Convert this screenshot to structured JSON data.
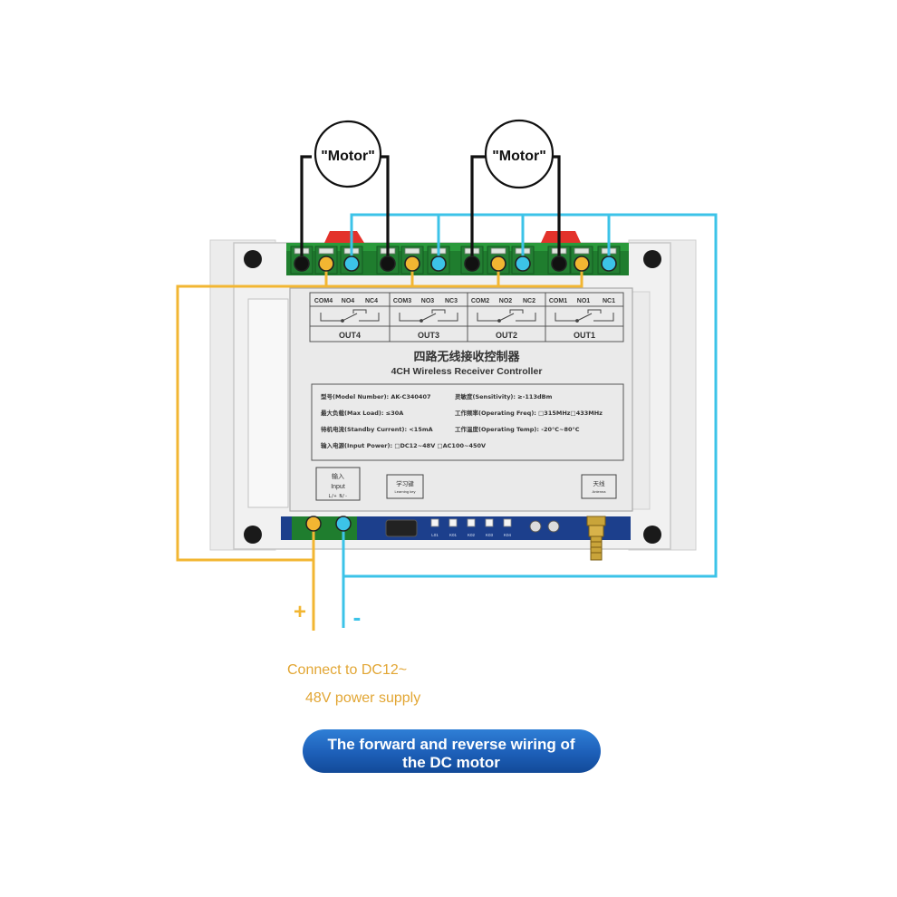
{
  "motors": [
    {
      "label": "\"Motor\""
    },
    {
      "label": "\"Motor\""
    }
  ],
  "terminal_labels": [
    "COM4",
    "NO4",
    "NC4",
    "COM3",
    "NO3",
    "NC3",
    "COM2",
    "NO2",
    "NC2",
    "COM1",
    "NO1",
    "NC1"
  ],
  "channel_labels": [
    "OUT4",
    "OUT3",
    "OUT2",
    "OUT1"
  ],
  "controller": {
    "title_cn": "四路无线接收控制器",
    "title_en": "4CH Wireless Receiver Controller",
    "specs": {
      "model": "型号(Model Number): AK-C340407",
      "sensitivity": "灵敏度(Sensitivity): ≥-113dBm",
      "max_load": "最大负载(Max Load): ≤30A",
      "freq": "工作频率(Operating Freq): □315MHz□433MHz",
      "standby": "待机电流(Standby Current): <15mA",
      "temp": "工作温度(Operating Temp): -20°C~80°C",
      "power": "输入电源(Input Power): □DC12~48V □AC100~450V"
    },
    "input_box": {
      "cn": "输入",
      "en": "Input"
    },
    "learn_box": {
      "cn": "学习键",
      "en": "Learning key"
    },
    "antenna_box": {
      "cn": "天线",
      "en": "Antenna"
    },
    "led_labels": [
      "L01",
      "K01",
      "K02",
      "K03",
      "K04"
    ]
  },
  "power": {
    "plus": "+",
    "minus": "-",
    "caption_line1": "Connect to DC12~",
    "caption_line2": "48V power supply"
  },
  "banner": {
    "line1": "The forward and reverse wiring of",
    "line2": "the DC motor"
  },
  "colors": {
    "yellow_wire": "#f2b632",
    "cyan_wire": "#3cc3e8",
    "black_wire": "#111111",
    "terminal_green": "#1f7d2e",
    "enclosure": "#f0f0f0",
    "label_panel": "#e9e9e9",
    "pcb_blue": "#1c3f8c",
    "banner_blue": "#1d5fb8",
    "caption_orange": "#e2a634",
    "red_lever": "#e3322b"
  }
}
